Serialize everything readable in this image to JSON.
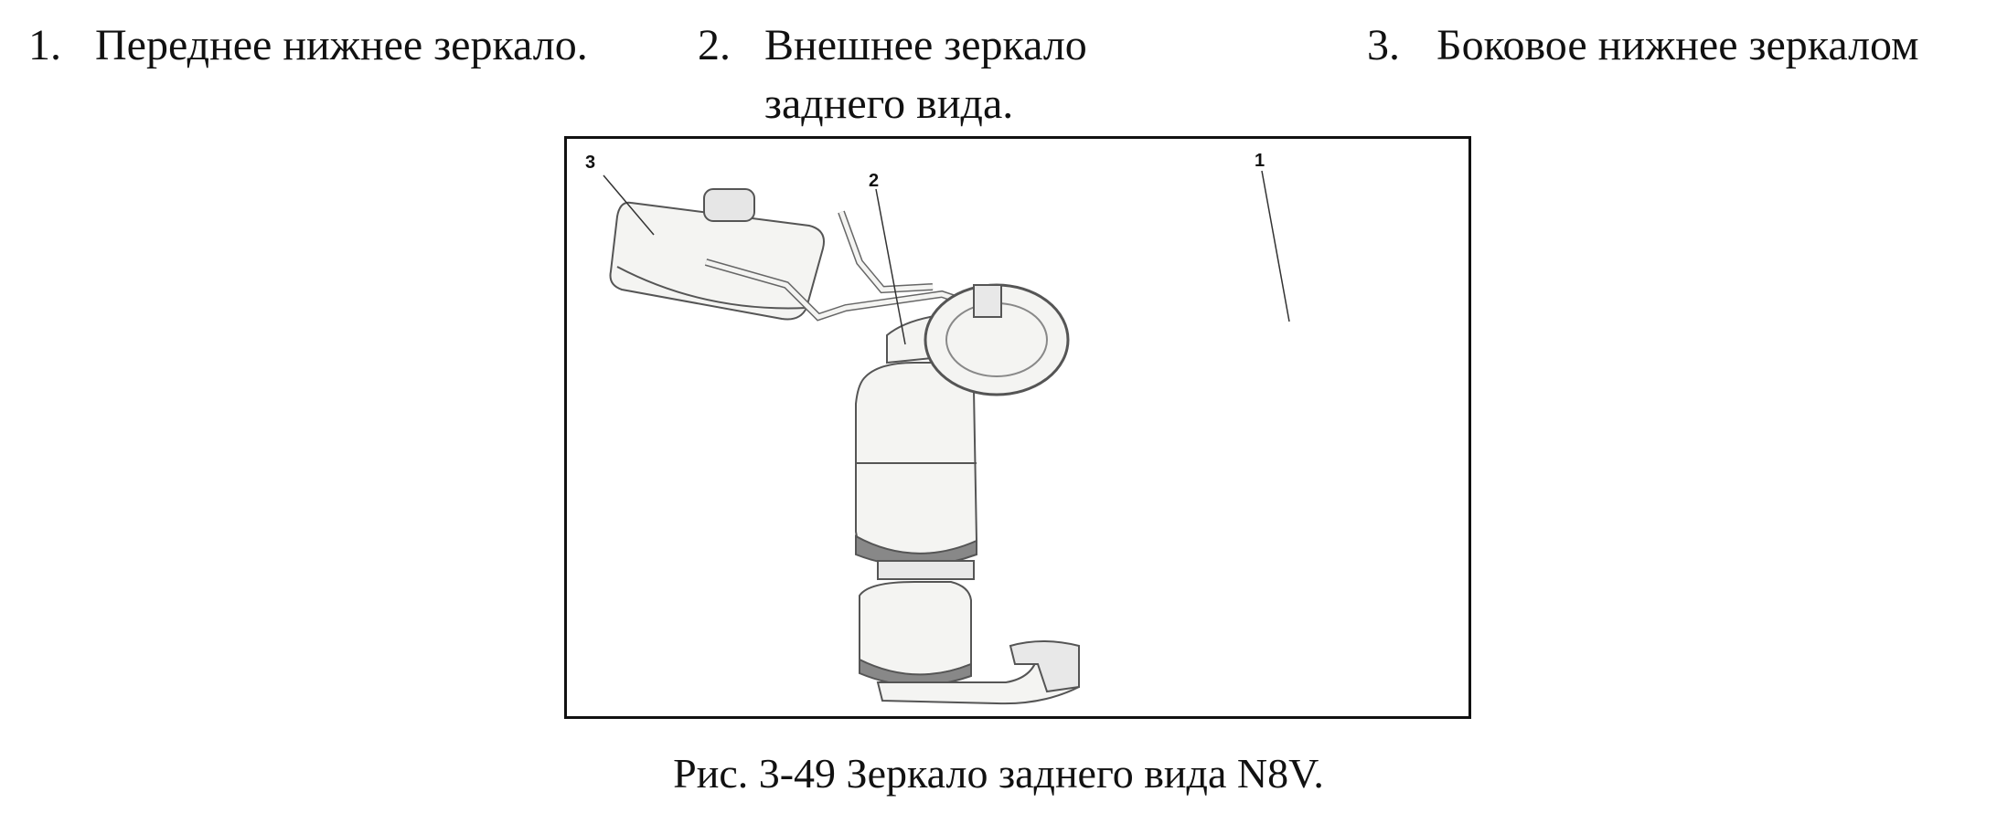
{
  "legend": [
    {
      "num": "1.",
      "text": "Переднее нижнее зеркало."
    },
    {
      "num": "2.",
      "text": "Внешнее зеркало",
      "text2": "заднего вида."
    },
    {
      "num": "3.",
      "text": "Боковое нижнее зеркалом"
    }
  ],
  "figure": {
    "callouts": [
      "1",
      "2",
      "3"
    ],
    "caption": "Рис. 3-49 Зеркало заднего вида N8V."
  }
}
